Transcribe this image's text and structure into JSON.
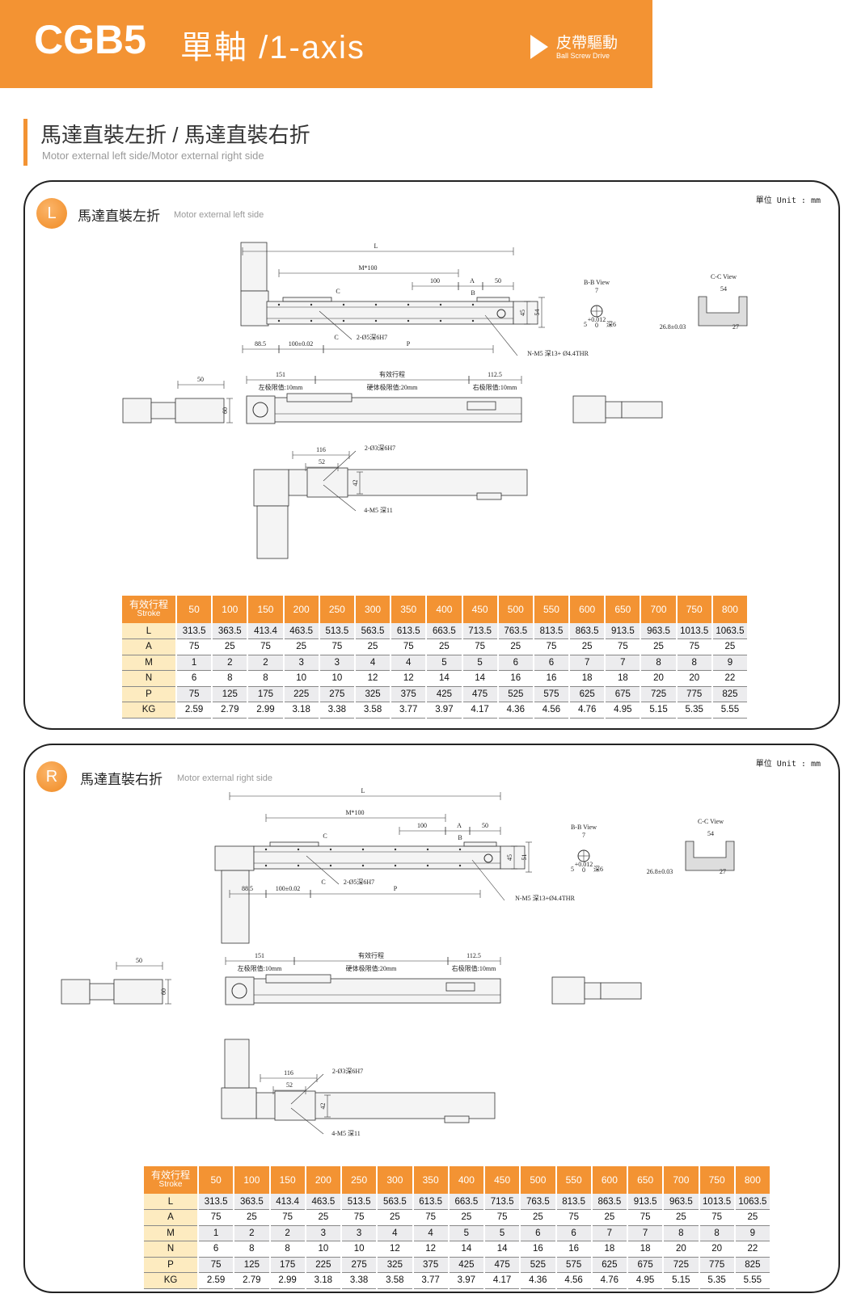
{
  "header": {
    "model": "CGB5",
    "axis": "單軸 /1-axis",
    "drive_cn": "皮帶驅動",
    "drive_en": "Ball Screw Drive",
    "color": "#F39333"
  },
  "section": {
    "title": "馬達直裝左折 / 馬達直裝右折",
    "subtitle": "Motor external left side/Motor external right side"
  },
  "panels": [
    {
      "badge": "L",
      "title": "馬達直裝左折",
      "subtitle": "Motor external left side",
      "unit": "單位 Unit : mm",
      "drawing": {
        "L": "L",
        "M100": "M*100",
        "d100": "100",
        "A": "A",
        "d50": "50",
        "C1": "C",
        "B": "B",
        "C2": "C",
        "hole": "2-Ø5深6H7",
        "d885": "88.5",
        "d100tol": "100±0.02",
        "P": "P",
        "nm5": "N-M5  深13+ Ø4.4THR",
        "d45": "45",
        "d54": "54",
        "bb": "B-B View",
        "bb7": "7",
        "bb5": "5",
        "bbtol": "+0.012",
        "bb0": "0",
        "bbdeep": "深6",
        "cc": "C-C View",
        "cc54": "54",
        "cc268": "26.8±0.03",
        "cc27": "27",
        "e50": "50",
        "e60": "60",
        "s151": "151",
        "stroke": "有效行程",
        "s1125": "112.5",
        "lim_l": "左极限值:10mm",
        "lim_hw": "硬体极限值:20mm",
        "lim_r": "右极限值:10mm",
        "b116": "116",
        "b52": "52",
        "bhole": "2-Ø3深6H7",
        "b42": "42",
        "bm5": "4-M5  深11"
      }
    },
    {
      "badge": "R",
      "title": "馬達直裝右折",
      "subtitle": "Motor external right side",
      "unit": "單位 Unit : mm",
      "drawing": {
        "L": "L",
        "M100": "M*100",
        "d100": "100",
        "A": "A",
        "d50": "50",
        "C1": "C",
        "B": "B",
        "C2": "C",
        "hole": "2-Ø5深6H7",
        "d885": "88.5",
        "d100tol": "100±0.02",
        "P": "P",
        "nm5": "N-M5  深13+Ø4.4THR",
        "d45": "45",
        "d54": "51",
        "bb": "B-B View",
        "bb7": "7",
        "bb5": "5",
        "bbtol": "+0.012",
        "bb0": "0",
        "bbdeep": "深6",
        "cc": "C-C View",
        "cc54": "54",
        "cc268": "26.8±0.03",
        "cc27": "27",
        "e50": "50",
        "e60": "60",
        "s151": "151",
        "stroke": "有效行程",
        "s1125": "112.5",
        "lim_l": "左极限值:10mm",
        "lim_hw": "硬体极限值:20mm",
        "lim_r": "右极限值:10mm",
        "b116": "116",
        "b52": "52",
        "bhole": "2-Ø3深6H7",
        "b42": "42",
        "bm5": "4-M5  深11"
      }
    }
  ],
  "table": {
    "head_cn": "有效行程",
    "head_en": "Stroke",
    "strokes": [
      "50",
      "100",
      "150",
      "200",
      "250",
      "300",
      "350",
      "400",
      "450",
      "500",
      "550",
      "600",
      "650",
      "700",
      "750",
      "800"
    ],
    "rows": [
      {
        "label": "L",
        "values": [
          "313.5",
          "363.5",
          "413.4",
          "463.5",
          "513.5",
          "563.5",
          "613.5",
          "663.5",
          "713.5",
          "763.5",
          "813.5",
          "863.5",
          "913.5",
          "963.5",
          "1013.5",
          "1063.5"
        ]
      },
      {
        "label": "A",
        "values": [
          "75",
          "25",
          "75",
          "25",
          "75",
          "25",
          "75",
          "25",
          "75",
          "25",
          "75",
          "25",
          "75",
          "25",
          "75",
          "25"
        ]
      },
      {
        "label": "M",
        "values": [
          "1",
          "2",
          "2",
          "3",
          "3",
          "4",
          "4",
          "5",
          "5",
          "6",
          "6",
          "7",
          "7",
          "8",
          "8",
          "9"
        ]
      },
      {
        "label": "N",
        "values": [
          "6",
          "8",
          "8",
          "10",
          "10",
          "12",
          "12",
          "14",
          "14",
          "16",
          "16",
          "18",
          "18",
          "20",
          "20",
          "22"
        ]
      },
      {
        "label": "P",
        "values": [
          "75",
          "125",
          "175",
          "225",
          "275",
          "325",
          "375",
          "425",
          "475",
          "525",
          "575",
          "625",
          "675",
          "725",
          "775",
          "825"
        ]
      },
      {
        "label": "KG",
        "values": [
          "2.59",
          "2.79",
          "2.99",
          "3.18",
          "3.38",
          "3.58",
          "3.77",
          "3.97",
          "4.17",
          "4.36",
          "4.56",
          "4.76",
          "4.95",
          "5.15",
          "5.35",
          "5.55"
        ]
      }
    ]
  }
}
